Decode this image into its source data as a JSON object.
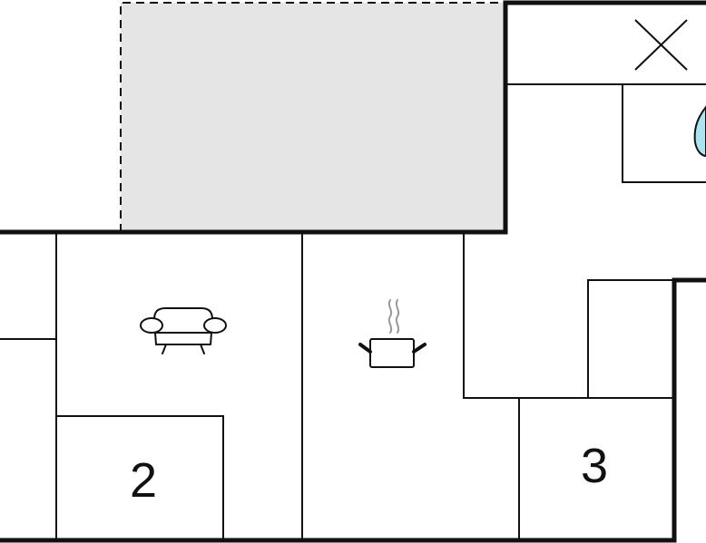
{
  "floorplan": {
    "rooms": [
      {
        "id": "bedroom-2",
        "label": "2"
      },
      {
        "id": "bedroom-3",
        "label": "3"
      }
    ],
    "icons": [
      "sofa-icon",
      "cooking-pot-icon",
      "stairs-cross-icon",
      "bathtub-icon"
    ],
    "colors": {
      "wall": "#111111",
      "terrace": "#e5e5e5",
      "background": "#ffffff",
      "water": "#a9e4ef"
    }
  }
}
